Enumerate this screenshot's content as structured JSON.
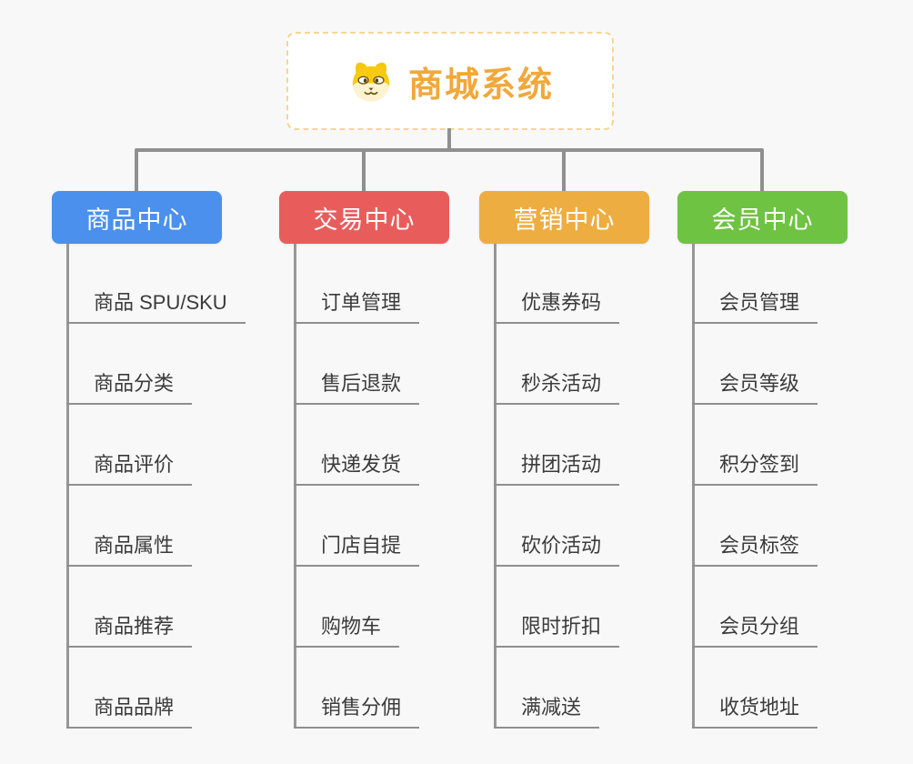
{
  "root": {
    "title": "商城系统",
    "icon": "dog-face-icon",
    "title_color": "#f1a83b",
    "border_color": "#f6d593"
  },
  "connector_color": "#909090",
  "branches": [
    {
      "label": "商品中心",
      "color": "#4b90ec",
      "children": [
        "商品 SPU/SKU",
        "商品分类",
        "商品评价",
        "商品属性",
        "商品推荐",
        "商品品牌"
      ]
    },
    {
      "label": "交易中心",
      "color": "#e85d5c",
      "children": [
        "订单管理",
        "售后退款",
        "快递发货",
        "门店自提",
        "购物车",
        "销售分佣"
      ]
    },
    {
      "label": "营销中心",
      "color": "#eead41",
      "children": [
        "优惠券码",
        "秒杀活动",
        "拼团活动",
        "砍价活动",
        "限时折扣",
        "满减送"
      ]
    },
    {
      "label": "会员中心",
      "color": "#6ec342",
      "children": [
        "会员管理",
        "会员等级",
        "积分签到",
        "会员标签",
        "会员分组",
        "收货地址"
      ]
    }
  ]
}
